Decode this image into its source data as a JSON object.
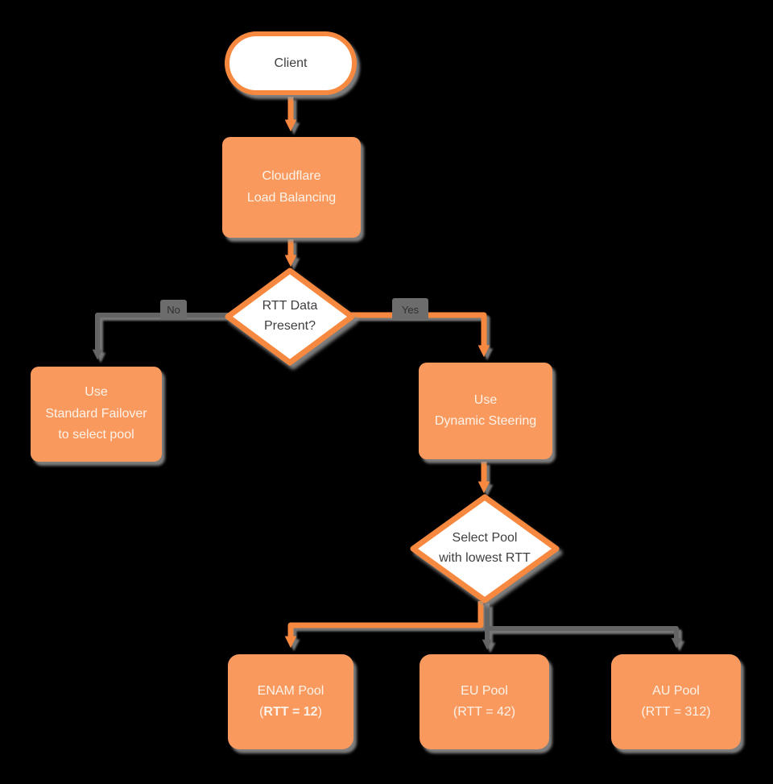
{
  "title": "Cloudflare Load Balancing dynamic steering flowchart",
  "colors": {
    "background": "#000000",
    "node_fill_orange": "#F9995D",
    "node_stroke_orange": "#F6893F",
    "edge_orange": "#F6893F",
    "edge_gray": "#646464",
    "shadow_gray": "#949494",
    "text_on_orange": "#FCF3EA",
    "text_dark": "#3F3F3E",
    "edge_label_bg": "#6C6C6C"
  },
  "nodes": {
    "client": {
      "label": "Client"
    },
    "load_balancer": {
      "line1": "Cloudflare",
      "line2": "Load Balancing"
    },
    "rtt_decision": {
      "line1": "RTT Data",
      "line2": "Present?"
    },
    "standard_failover": {
      "line1": "Use",
      "line2": "Standard Failover",
      "line3": "to select pool"
    },
    "dynamic_steering": {
      "line1": "Use",
      "line2": "Dynamic Steering"
    },
    "select_pool": {
      "line1": "Select Pool",
      "line2": "with lowest RTT"
    },
    "pools": [
      {
        "name": "ENAM Pool",
        "rtt_open": "(",
        "rtt_value": "RTT = 12",
        "rtt_close": ")"
      },
      {
        "name": "EU Pool",
        "rtt": "(RTT = 42)"
      },
      {
        "name": "AU Pool",
        "rtt": "(RTT = 312)"
      }
    ]
  },
  "edges": {
    "no_label": "No",
    "yes_label": "Yes"
  }
}
